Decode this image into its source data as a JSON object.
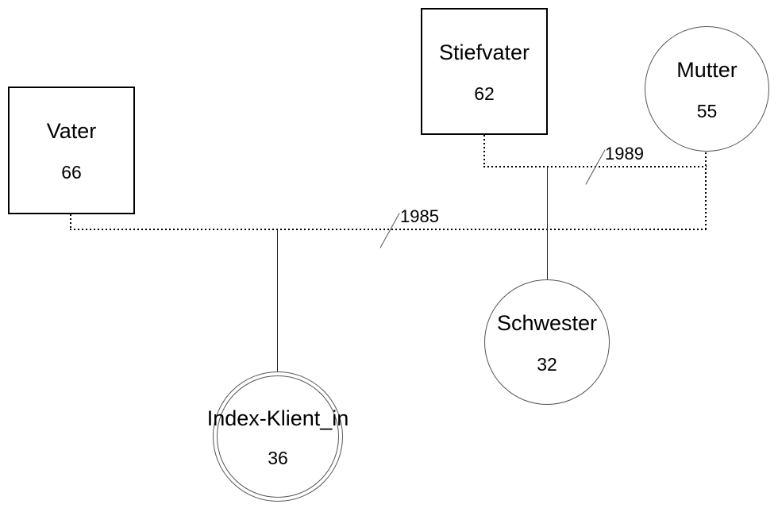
{
  "diagram": {
    "kind": "genogram",
    "background_color": "#ffffff",
    "line_color": "#000000",
    "nodes": [
      {
        "id": "vater",
        "label": "Vater",
        "age": "66",
        "shape": "square"
      },
      {
        "id": "stiefvater",
        "label": "Stiefvater",
        "age": "62",
        "shape": "square"
      },
      {
        "id": "mutter",
        "label": "Mutter",
        "age": "55",
        "shape": "circle"
      },
      {
        "id": "schwester",
        "label": "Schwester",
        "age": "32",
        "shape": "circle"
      },
      {
        "id": "index_klient_in",
        "label": "Index-Klient_in",
        "age": "36",
        "shape": "double-circle"
      }
    ],
    "relationships": [
      {
        "between": [
          "vater",
          "mutter"
        ],
        "year": "1985",
        "line_style": "dotted",
        "separation_slash": true
      },
      {
        "between": [
          "stiefvater",
          "mutter"
        ],
        "year": "1989",
        "line_style": "dotted",
        "separation_slash": true
      }
    ],
    "children": [
      {
        "child": "index_klient_in",
        "of_relationship_year": "1985",
        "line_style": "solid"
      },
      {
        "child": "schwester",
        "of_relationship_year": "1989",
        "line_style": "solid"
      }
    ]
  }
}
